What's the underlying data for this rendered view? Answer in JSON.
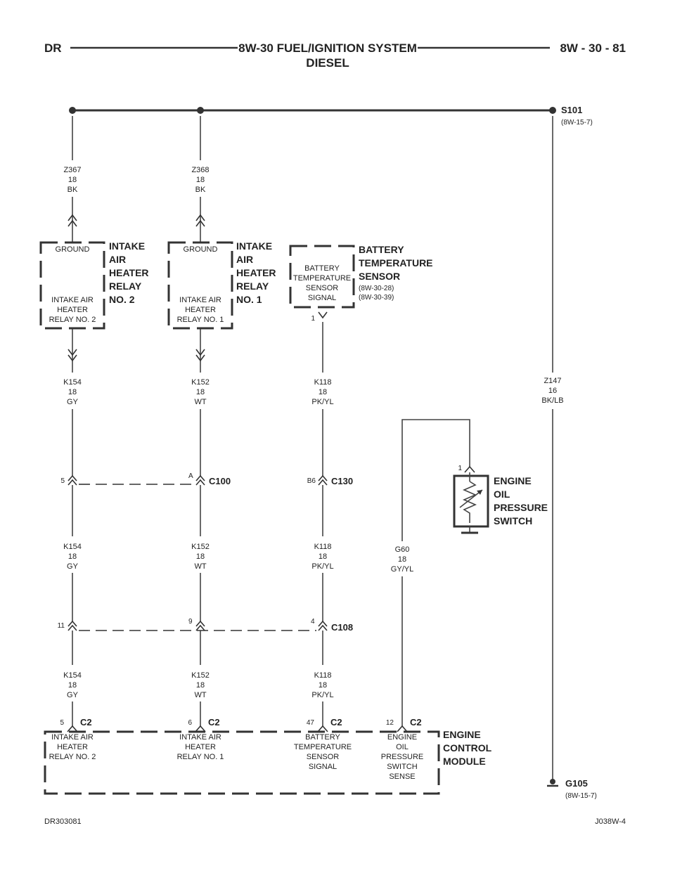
{
  "header": {
    "left": "DR",
    "title_line1": "8W-30 FUEL/IGNITION SYSTEM",
    "title_line2": "DIESEL",
    "page_ref": "8W - 30 - 81"
  },
  "footer": {
    "left": "DR303081",
    "right": "J038W-4"
  },
  "splice": {
    "name": "S101",
    "ref": "(8W-15-7)"
  },
  "ground": {
    "name": "G105",
    "ref": "(8W-15-7)"
  },
  "wires": {
    "z367": [
      "Z367",
      "18",
      "BK"
    ],
    "z368": [
      "Z368",
      "18",
      "BK"
    ],
    "z147": [
      "Z147",
      "16",
      "BK/LB"
    ],
    "k154": [
      "K154",
      "18",
      "GY"
    ],
    "k152": [
      "K152",
      "18",
      "WT"
    ],
    "k118": [
      "K118",
      "18",
      "PK/YL"
    ],
    "g60": [
      "G60",
      "18",
      "GY/YL"
    ]
  },
  "relay2": {
    "title": [
      "INTAKE",
      "AIR",
      "HEATER",
      "RELAY",
      "NO. 2"
    ],
    "top": "GROUND",
    "bottom": [
      "INTAKE AIR",
      "HEATER",
      "RELAY NO. 2"
    ]
  },
  "relay1": {
    "title": [
      "INTAKE",
      "AIR",
      "HEATER",
      "RELAY",
      "NO. 1"
    ],
    "top": "GROUND",
    "bottom": [
      "INTAKE AIR",
      "HEATER",
      "RELAY NO. 1"
    ]
  },
  "battery_sensor": {
    "title": [
      "BATTERY",
      "TEMPERATURE",
      "SENSOR"
    ],
    "refs": [
      "(8W-30-28)",
      "(8W-30-39)"
    ],
    "inner": [
      "BATTERY",
      "TEMPERATURE",
      "SENSOR",
      "SIGNAL"
    ],
    "pin": "1"
  },
  "oil_switch": {
    "title": [
      "ENGINE",
      "OIL",
      "PRESSURE",
      "SWITCH"
    ],
    "pin": "1"
  },
  "connectors": {
    "c100": {
      "name": "C100",
      "pin_left": "5",
      "pin_right": "A"
    },
    "c130": {
      "name": "C130",
      "pin": "B6"
    },
    "c108": {
      "name": "C108",
      "pin_k154": "11",
      "pin_k152": "9",
      "pin_k118": "4"
    }
  },
  "ecm": {
    "title": [
      "ENGINE",
      "CONTROL",
      "MODULE"
    ],
    "connector": "C2",
    "pins": [
      {
        "pin": "5",
        "label": [
          "INTAKE AIR",
          "HEATER",
          "RELAY NO. 2"
        ]
      },
      {
        "pin": "6",
        "label": [
          "INTAKE AIR",
          "HEATER",
          "RELAY NO. 1"
        ]
      },
      {
        "pin": "47",
        "label": [
          "BATTERY",
          "TEMPERATURE",
          "SENSOR",
          "SIGNAL"
        ]
      },
      {
        "pin": "12",
        "label": [
          "ENGINE",
          "OIL",
          "PRESSURE",
          "SWITCH",
          "SENSE"
        ]
      }
    ]
  }
}
